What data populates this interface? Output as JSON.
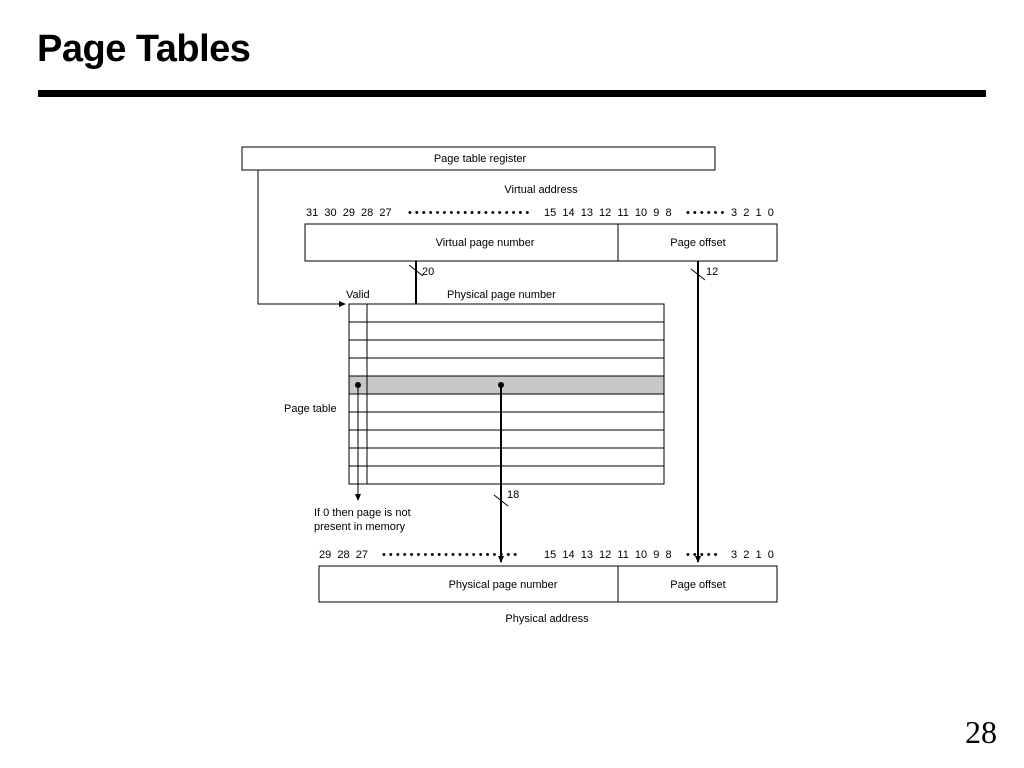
{
  "slide": {
    "title": "Page Tables",
    "page_number": "28"
  },
  "diagram": {
    "register_label": "Page table register",
    "virtual_address": {
      "caption": "Virtual address",
      "bits_high": "31  30  29  28  27",
      "bits_mid": "15  14  13  12  11  10  9  8",
      "bits_low": "3  2  1  0",
      "vpn_label": "Virtual page number",
      "offset_label": "Page offset"
    },
    "widths": {
      "vpn": "20",
      "offset": "12",
      "ppn": "18"
    },
    "page_table": {
      "caption": "Page table",
      "valid_header": "Valid",
      "ppn_header": "Physical page number",
      "rows": 10,
      "selected_row": 4,
      "invalid_note_line1": "If 0 then page is not",
      "invalid_note_line2": "present in memory",
      "highlight_color": "#c8c8c8"
    },
    "physical_address": {
      "caption": "Physical address",
      "bits_high": "29  28  27",
      "bits_mid": "15  14  13  12  11  10  9  8",
      "bits_low": "3  2  1  0",
      "ppn_label": "Physical page number",
      "offset_label": "Page offset"
    }
  }
}
